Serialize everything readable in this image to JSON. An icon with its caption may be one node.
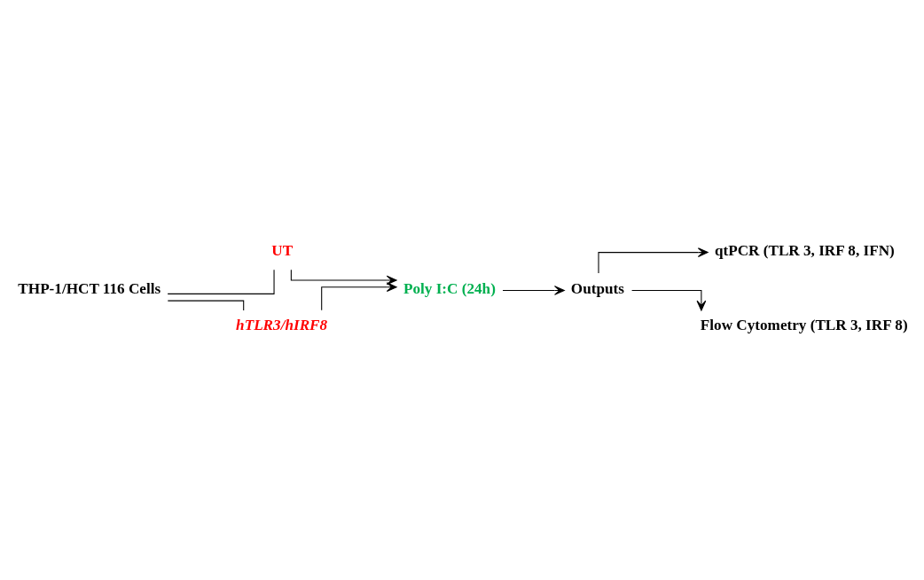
{
  "diagram": {
    "nodes": [
      {
        "text": [
          "THP-1/HCT 116 Cells"
        ]
      },
      {
        "text": [
          "UT"
        ]
      },
      {
        "text": [
          "hTLR3/hIRF8"
        ]
      },
      {
        "text": [
          "Poly I:C (24h)"
        ]
      },
      {
        "text": [
          "Outputs"
        ]
      },
      {
        "text": [
          "qtPCR (TLR 3, IRF 8, IFN)"
        ]
      },
      {
        "text": [
          "Flow Cytometry (TLR 3, IRF 8)"
        ]
      }
    ],
    "edges": [
      {
        "from": 0,
        "to": 1,
        "arrow": "none"
      },
      {
        "from": 0,
        "to": 2,
        "arrow": "none"
      },
      {
        "from": 1,
        "to": 3,
        "arrow": "to"
      },
      {
        "from": 2,
        "to": 3,
        "arrow": "to"
      },
      {
        "from": 3,
        "to": 4,
        "arrow": "to"
      },
      {
        "from": 4,
        "to": 5,
        "arrow": "to"
      },
      {
        "from": 4,
        "to": 6,
        "arrow": "to"
      }
    ]
  }
}
